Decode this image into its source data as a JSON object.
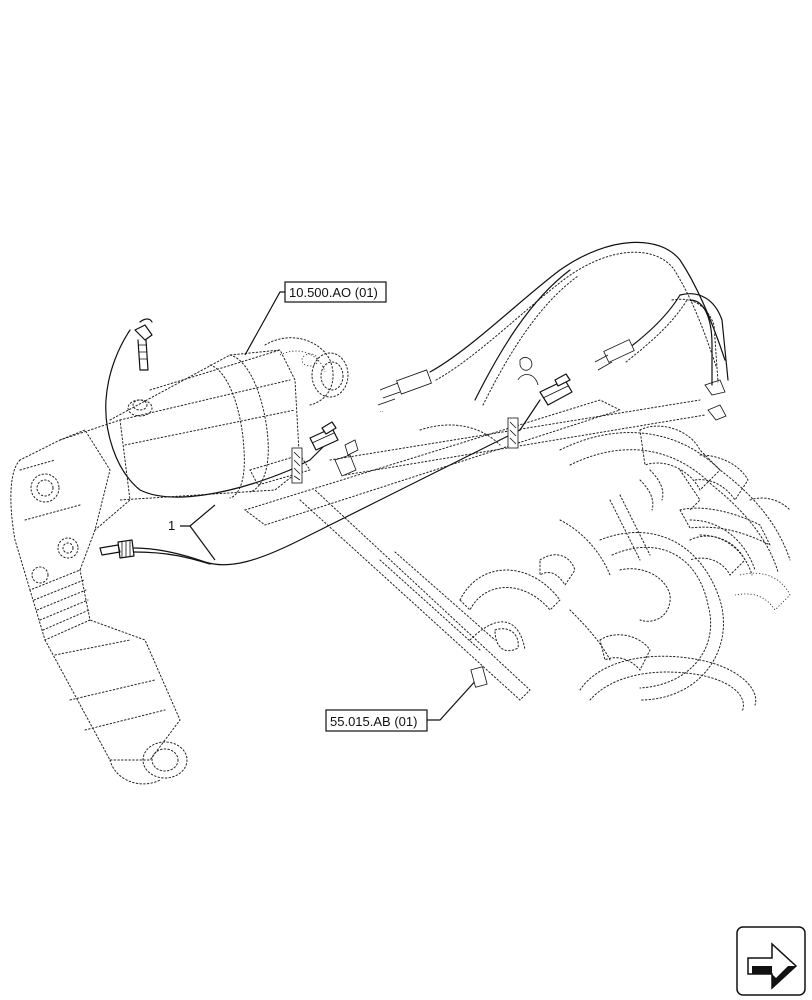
{
  "callouts": {
    "ref_top": "10.500.AO (01)",
    "ref_bottom": "55.015.AB (01)",
    "item_1": "1"
  },
  "icons": {
    "nav": "arrow-next-page-icon"
  }
}
